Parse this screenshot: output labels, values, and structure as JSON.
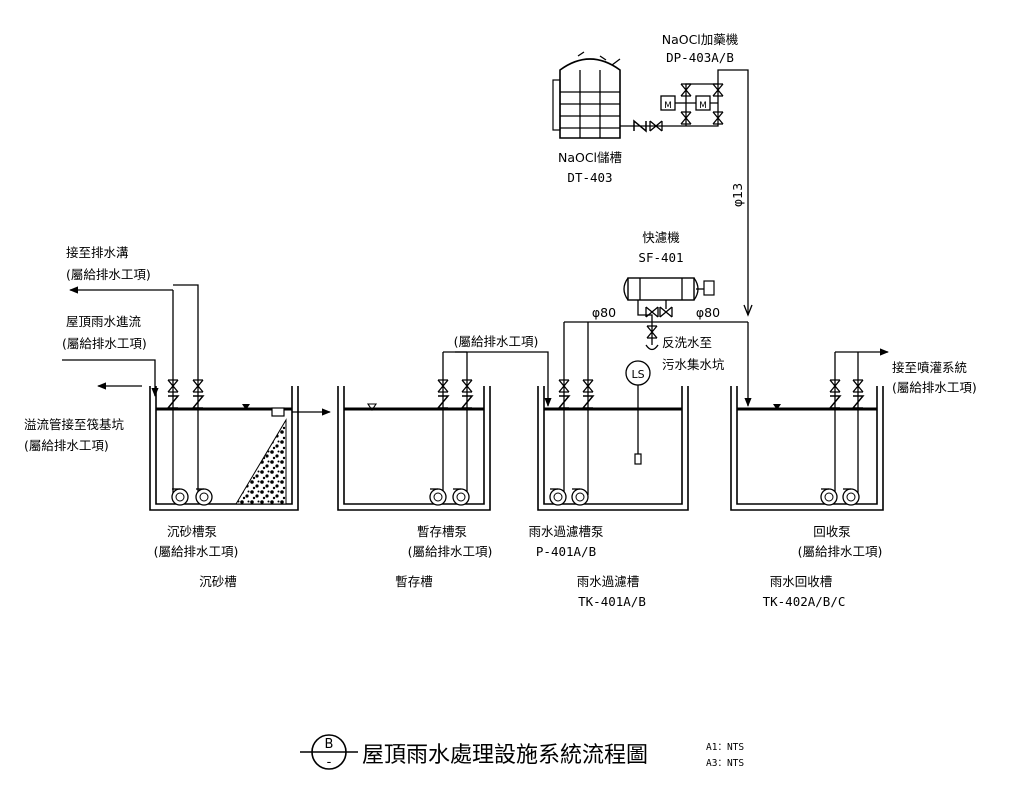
{
  "equipment": {
    "naocl_dosing_pump": {
      "name": "NaOCl加藥機",
      "tag": "DP-403A/B"
    },
    "naocl_tank": {
      "name": "NaOCl儲槽",
      "tag": "DT-403"
    },
    "sand_filter": {
      "name": "快濾機",
      "tag": "SF-401"
    },
    "level_switch": "LS",
    "motor_label": "M"
  },
  "pipe_labels": {
    "phi13": "φ13",
    "phi80_left": "φ80",
    "phi80_right": "φ80",
    "backwash_line1": "反洗水至",
    "backwash_line2": "污水集水坑"
  },
  "external_connections": {
    "to_drain_ditch": "接至排水溝",
    "drain_note_1": "(屬給排水工項)",
    "roof_rain_inflow": "屋頂雨水進流",
    "drain_note_2": "(屬給排水工項)",
    "overflow_to_pit": "溢流管接至筏基坑",
    "drain_note_3": "(屬給排水工項)",
    "drain_note_4": "(屬給排水工項)",
    "to_sprinkler": "接至噴灌系統",
    "drain_note_5": "(屬給排水工項)"
  },
  "pumps": {
    "grit_pump": "沉砂槽泵",
    "grit_pump_note": "(屬給排水工項)",
    "holding_pump": "暫存槽泵",
    "holding_pump_note": "(屬給排水工項)",
    "filter_pump": "雨水過濾槽泵",
    "filter_pump_tag": "P-401A/B",
    "recovery_pump": "回收泵",
    "recovery_pump_note": "(屬給排水工項)"
  },
  "tanks": {
    "grit": {
      "name": "沉砂槽"
    },
    "holding": {
      "name": "暫存槽"
    },
    "filter": {
      "name": "雨水過濾槽",
      "tag": "TK-401A/B"
    },
    "recovery": {
      "name": "雨水回收槽",
      "tag": "TK-402A/B/C"
    }
  },
  "footer": {
    "bubble_top": "B",
    "bubble_bottom": "-",
    "title": "屋頂雨水處理設施系統流程圖",
    "scale_a1": "A1：NTS",
    "scale_a3": "A3：NTS"
  }
}
